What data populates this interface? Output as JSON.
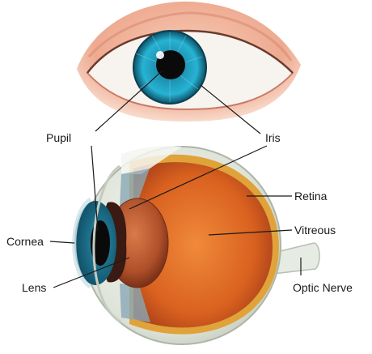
{
  "labels": {
    "pupil": "Pupil",
    "iris": "Iris",
    "retina": "Retina",
    "vitreous": "Vitreous",
    "cornea": "Cornea",
    "lens": "Lens",
    "optic_nerve": "Optic Nerve"
  },
  "colors": {
    "skin": "#f2b9a1",
    "skin_shadow": "#d98b75",
    "sclera": "#f7f4ef",
    "iris": "#1fa3c4",
    "iris_dark": "#0e5f7a",
    "pupil": "#0a0a0a",
    "eyeball_shell": "#e9ede6",
    "vitreous": "#e8742a",
    "vitreous_dark": "#b84a1a",
    "retina": "#e0a33a",
    "lens": "#b8512a",
    "leader_line": "#1a1a1a"
  }
}
